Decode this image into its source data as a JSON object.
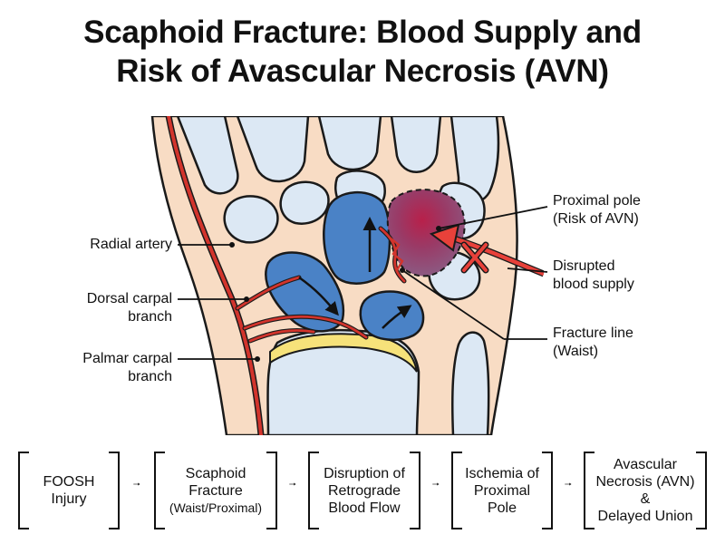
{
  "title": {
    "line1": "Scaphoid Fracture: Blood Supply and",
    "line2": "Risk of Avascular Necrosis (AVN)"
  },
  "labels": {
    "radial_artery": "Radial artery",
    "dorsal_line1": "Dorsal carpal",
    "dorsal_line2": "branch",
    "palmar_line1": "Palmar carpal",
    "palmar_line2": "branch",
    "proximal_line1": "Proximal pole",
    "proximal_line2": "(Risk of AVN)",
    "disrupted_line1": "Disrupted",
    "disrupted_line2": "blood supply",
    "fracture_line1": "Fracture line",
    "fracture_line2": "(Waist)"
  },
  "flow": [
    {
      "lines": [
        "FOOSH",
        "Injury"
      ]
    },
    {
      "lines": [
        "Scaphoid",
        "Fracture",
        "(Waist/Proximal)"
      ]
    },
    {
      "lines": [
        "Disruption of",
        "Retrograde",
        "Blood Flow"
      ]
    },
    {
      "lines": [
        "Ischemia of",
        "Proximal",
        "Pole"
      ]
    },
    {
      "lines": [
        "Avascular",
        "Necrosis (AVN)",
        "&",
        "Delayed Union"
      ]
    }
  ],
  "colors": {
    "skin": "#f8dcc4",
    "bone": "#dce8f4",
    "scaphoid": "#4a82c6",
    "artery": "#d2342c",
    "necrosis": "#9a2d55",
    "cartilage": "#f6e27a"
  },
  "icons": {
    "arrow": "right-arrow-icon",
    "blocked": "x-mark-icon"
  }
}
